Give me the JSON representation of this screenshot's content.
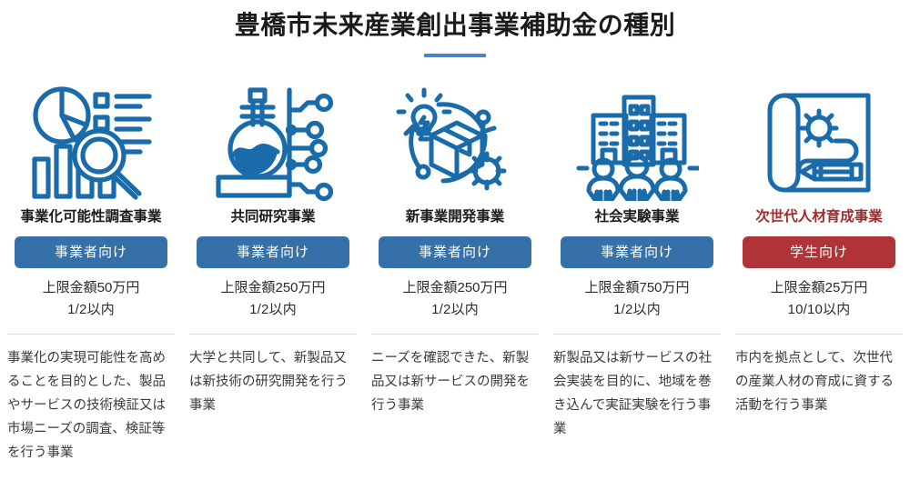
{
  "header": {
    "title": "豊橋市未来産業創出事業補助金の種別",
    "underline_color": "#4a85bf"
  },
  "theme": {
    "icon_blue": "#1a6baa",
    "badge_blue": "#3571a8",
    "badge_red": "#b03437",
    "title_red": "#9e2a2b",
    "divider_gray": "#dcdcdc"
  },
  "columns": [
    {
      "icon": "chart-analysis-icon",
      "name": "事業化可能性調査事業",
      "badge": "事業者向け",
      "badge_type": "blue",
      "amount_limit": "上限金額50万円",
      "amount_rate": "1/2以内",
      "description": "事業化の実現可能性を高めることを目的とした、製品やサービスの技術検証又は市場ニーズの調査、検証等を行う事業"
    },
    {
      "icon": "flask-circuit-icon",
      "name": "共同研究事業",
      "badge": "事業者向け",
      "badge_type": "blue",
      "amount_limit": "上限金額250万円",
      "amount_rate": "1/2以内",
      "description": "大学と共同して、新製品又は新技術の研究開発を行う事業"
    },
    {
      "icon": "product-development-icon",
      "name": "新事業開発事業",
      "badge": "事業者向け",
      "badge_type": "blue",
      "amount_limit": "上限金額250万円",
      "amount_rate": "1/2以内",
      "description": "ニーズを確認できた、新製品又は新サービスの開発を行う事業"
    },
    {
      "icon": "city-people-icon",
      "name": "社会実験事業",
      "badge": "事業者向け",
      "badge_type": "blue",
      "amount_limit": "上限金額750万円",
      "amount_rate": "1/2以内",
      "description": "新製品又は新サービスの社会実装を目的に、地域を巻き込んで実証実験を行う事業"
    },
    {
      "icon": "blueprint-gear-pencil-icon",
      "name": "次世代人材育成事業",
      "badge": "学生向け",
      "badge_type": "red",
      "amount_limit": "上限金額25万円",
      "amount_rate": "10/10以内",
      "description": "市内を拠点として、次世代の産業人材の育成に資する活動を行う事業"
    }
  ]
}
